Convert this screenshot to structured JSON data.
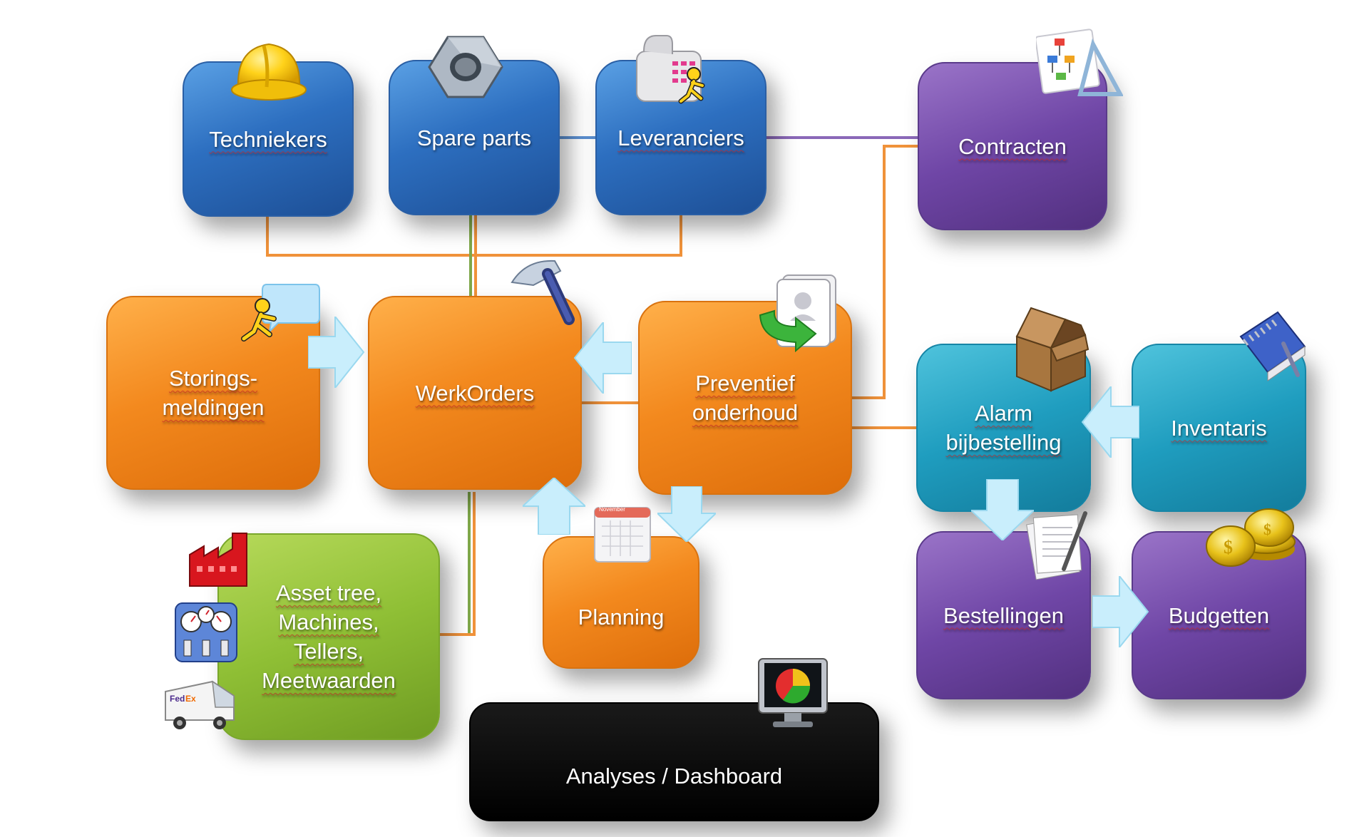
{
  "nodes": {
    "techniekers": "Techniekers",
    "spare_parts": "Spare parts",
    "leveranciers": "Leveranciers",
    "contracten": "Contracten",
    "storingsmeldingen": "Storings-\nmeldingen",
    "werkorders": "WerkOrders",
    "preventief_onderhoud": "Preventief\nonderhoud",
    "alarm_bijbestelling": "Alarm\nbijbestelling",
    "inventaris": "Inventaris",
    "planning": "Planning",
    "asset_tree": "Asset tree,\nMachines,\nTellers,\nMeetwaarden",
    "bestellingen": "Bestellingen",
    "budgetten": "Budgetten",
    "analyses_dashboard": "Analyses / Dashboard"
  },
  "icons": {
    "planning_calendar_month": "November"
  },
  "colors": {
    "blue": "#2d6fc0",
    "purple": "#6f46a6",
    "orange": "#f3891e",
    "teal": "#1f9dbf",
    "green": "#8fbf35",
    "black": "#000000",
    "connector_orange": "#f0923a",
    "connector_purple": "#8a68b8",
    "connector_blue": "#5b8fd0",
    "connector_green": "#7fa84a",
    "arrow_fill": "#c9eefc"
  }
}
